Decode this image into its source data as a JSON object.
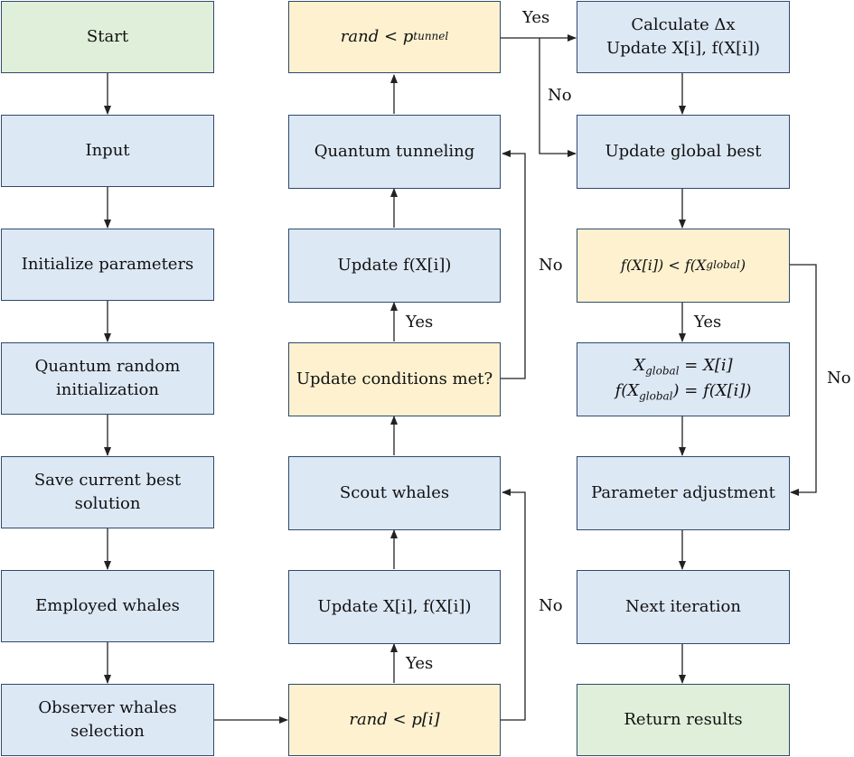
{
  "nodes": {
    "start": "Start",
    "input": "Input",
    "init_params": "Initialize parameters",
    "quantum_random_init": "Quantum random\ninitialization",
    "save_best": "Save current best\nsolution",
    "employed": "Employed whales",
    "observer": "Observer whales\nselection",
    "rand_p_lhs": "rand < p[i]",
    "update_xf": "Update X[i], f(X[i])",
    "scout": "Scout whales",
    "update_cond": "Update conditions met?",
    "update_f": "Update f(X[i])",
    "quantum_tunneling": "Quantum tunneling",
    "rand_tunnel_base": "rand < p",
    "rand_tunnel_sub": "tunnel",
    "calc_dx_1": "Calculate Δx",
    "calc_dx_2": "Update X[i], f(X[i])",
    "update_global_best": "Update global best",
    "compare_lhs": "f(X[i]) < f(X",
    "compare_sub": "global",
    "compare_end": ")",
    "assign_1_base": "X",
    "assign_1_sub": "global",
    "assign_1_end": " = X[i]",
    "assign_2_base": "f(X",
    "assign_2_sub": "global",
    "assign_2_end": ") = f(X[i])",
    "param_adjust": "Parameter adjustment",
    "next_iter": "Next iteration",
    "return_results": "Return results"
  },
  "edge_labels": {
    "yes_tunnel": "Yes",
    "no_tunnel": "No",
    "no_update_cond": "No",
    "yes_update_cond": "Yes",
    "no_rand_p": "No",
    "yes_rand_p": "Yes",
    "yes_compare": "Yes",
    "no_compare": "No"
  },
  "colors": {
    "blue_fill": "#dde8f5",
    "yellow_fill": "#fdf1cf",
    "green_fill": "#e0efd9",
    "border": "#2e4a6b",
    "line": "#222222"
  }
}
